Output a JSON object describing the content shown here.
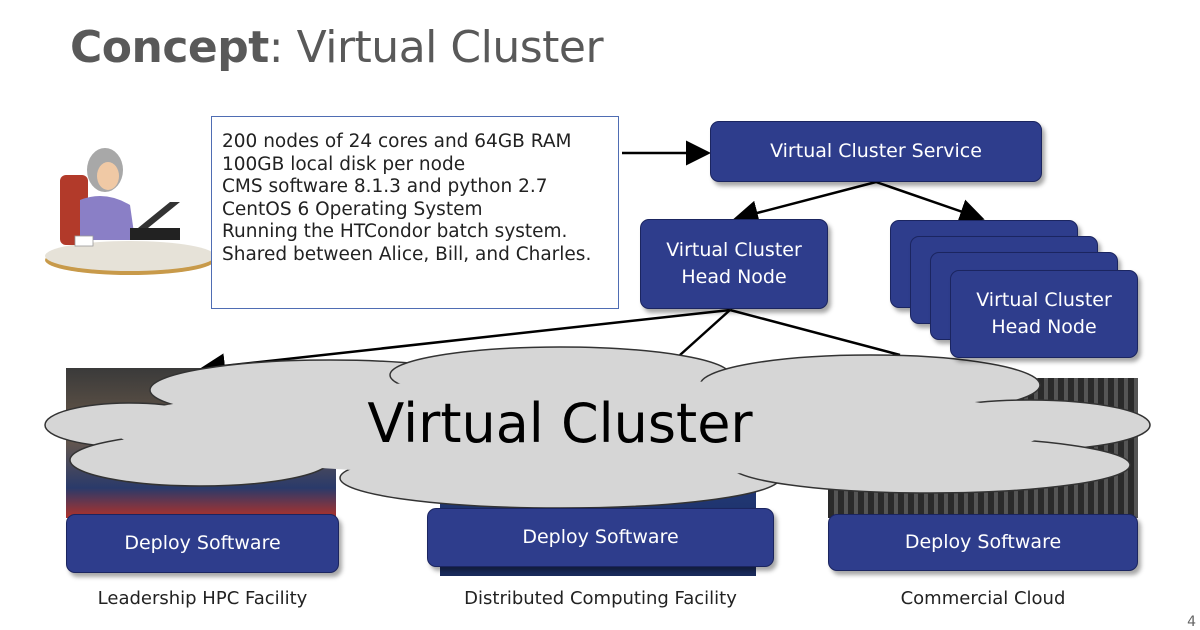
{
  "title": {
    "bold": "Concept",
    "rest": ": Virtual Cluster"
  },
  "request_lines": [
    "200 nodes of 24 cores and 64GB RAM",
    "100GB local disk per node",
    "CMS software 8.1.3 and python 2.7",
    "CentOS 6 Operating System",
    "Running the HTCondor batch system.",
    "Shared between Alice, Bill, and Charles."
  ],
  "service": {
    "label": "Virtual Cluster Service"
  },
  "head_node": {
    "line1": "Virtual Cluster",
    "line2": "Head Node"
  },
  "head_node_stack": {
    "line1": "Virtual Cluster",
    "line2": "Head Node"
  },
  "cloud": {
    "label": "Virtual Cluster"
  },
  "deploy": [
    "Deploy Software",
    "Deploy Software",
    "Deploy Software"
  ],
  "facilities": [
    "Leadership HPC Facility",
    "Distributed Computing Facility",
    "Commercial Cloud"
  ],
  "page_number": "4",
  "colors": {
    "node_fill": "#2e3d8c",
    "cloud_fill": "#d6d6d6",
    "border": "#4f6db3"
  }
}
